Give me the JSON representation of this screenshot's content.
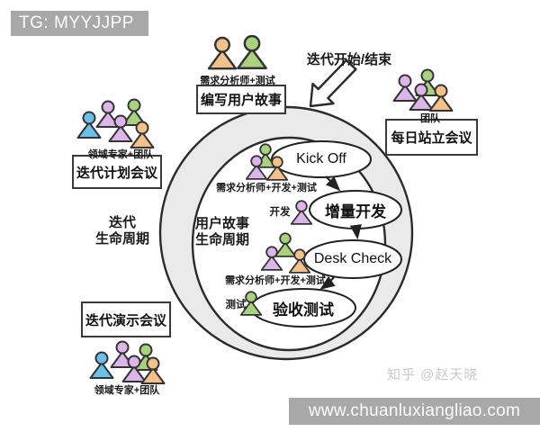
{
  "badges": {
    "tg_label": "TG: MYYJJPP",
    "site_url": "www.chuanluxiangliao.com",
    "watermark": "知乎 @赵天晓"
  },
  "colors": {
    "bar_gray": "#a8a8a8",
    "ring_fill": "#eaeaea",
    "outline": "#2f2f2f",
    "ellipse_fill": "#ffffff",
    "person_blue": "#6cbfe9",
    "person_purple": "#ddb6e9",
    "person_green": "#a9d27f",
    "person_orange": "#f3c189"
  },
  "diagram": {
    "iteration_arrow_label": "迭代开始/结束",
    "iteration_lifecycle": {
      "line1": "迭代",
      "line2": "生命周期"
    },
    "story_lifecycle": {
      "line1": "用户故事",
      "line2": "生命周期"
    },
    "boxes": {
      "write_user_story": "编写用户故事",
      "daily_standup": "每日站立会议",
      "iteration_planning": "迭代计划会议",
      "iteration_demo": "迭代演示会议"
    },
    "group_labels": {
      "analyst_test": "需求分析师+测试",
      "team": "团队",
      "domain_experts_team_left": "领域专家+团队",
      "domain_experts_team_bottom": "领域专家+团队"
    },
    "steps": [
      {
        "label": "Kick Off",
        "roles": "需求分析师+开发+测试"
      },
      {
        "label": "增量开发",
        "roles": "开发"
      },
      {
        "label": "Desk Check",
        "roles": "需求分析师+开发+测试"
      },
      {
        "label": "验收测试",
        "roles": "测试"
      }
    ]
  }
}
